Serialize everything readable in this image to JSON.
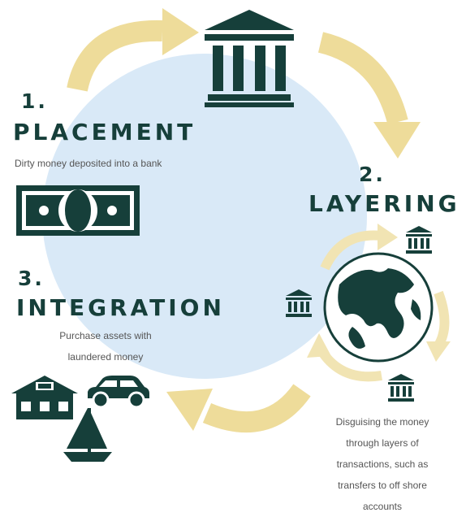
{
  "colors": {
    "dark_green": "#163f3a",
    "gold": "#eedc9a",
    "light_blue": "#d9e9f7",
    "text_gray": "#555555"
  },
  "steps": [
    {
      "number": "1.",
      "title": "PLACEMENT",
      "description": "Dirty money deposited into a bank",
      "icon": "banknote-icon"
    },
    {
      "number": "2.",
      "title": "LAYERING",
      "description_lines": [
        "Disguising the money",
        "through layers of",
        "transactions, such as",
        "transfers to off shore",
        "accounts"
      ],
      "icons": [
        "globe-icon",
        "bank-icon"
      ]
    },
    {
      "number": "3.",
      "title": "INTEGRATION",
      "description_lines": [
        "Purchase assets with",
        "laundered money"
      ],
      "icons": [
        "house-icon",
        "car-icon",
        "sailboat-icon"
      ]
    }
  ],
  "center_icon": "bank-icon"
}
